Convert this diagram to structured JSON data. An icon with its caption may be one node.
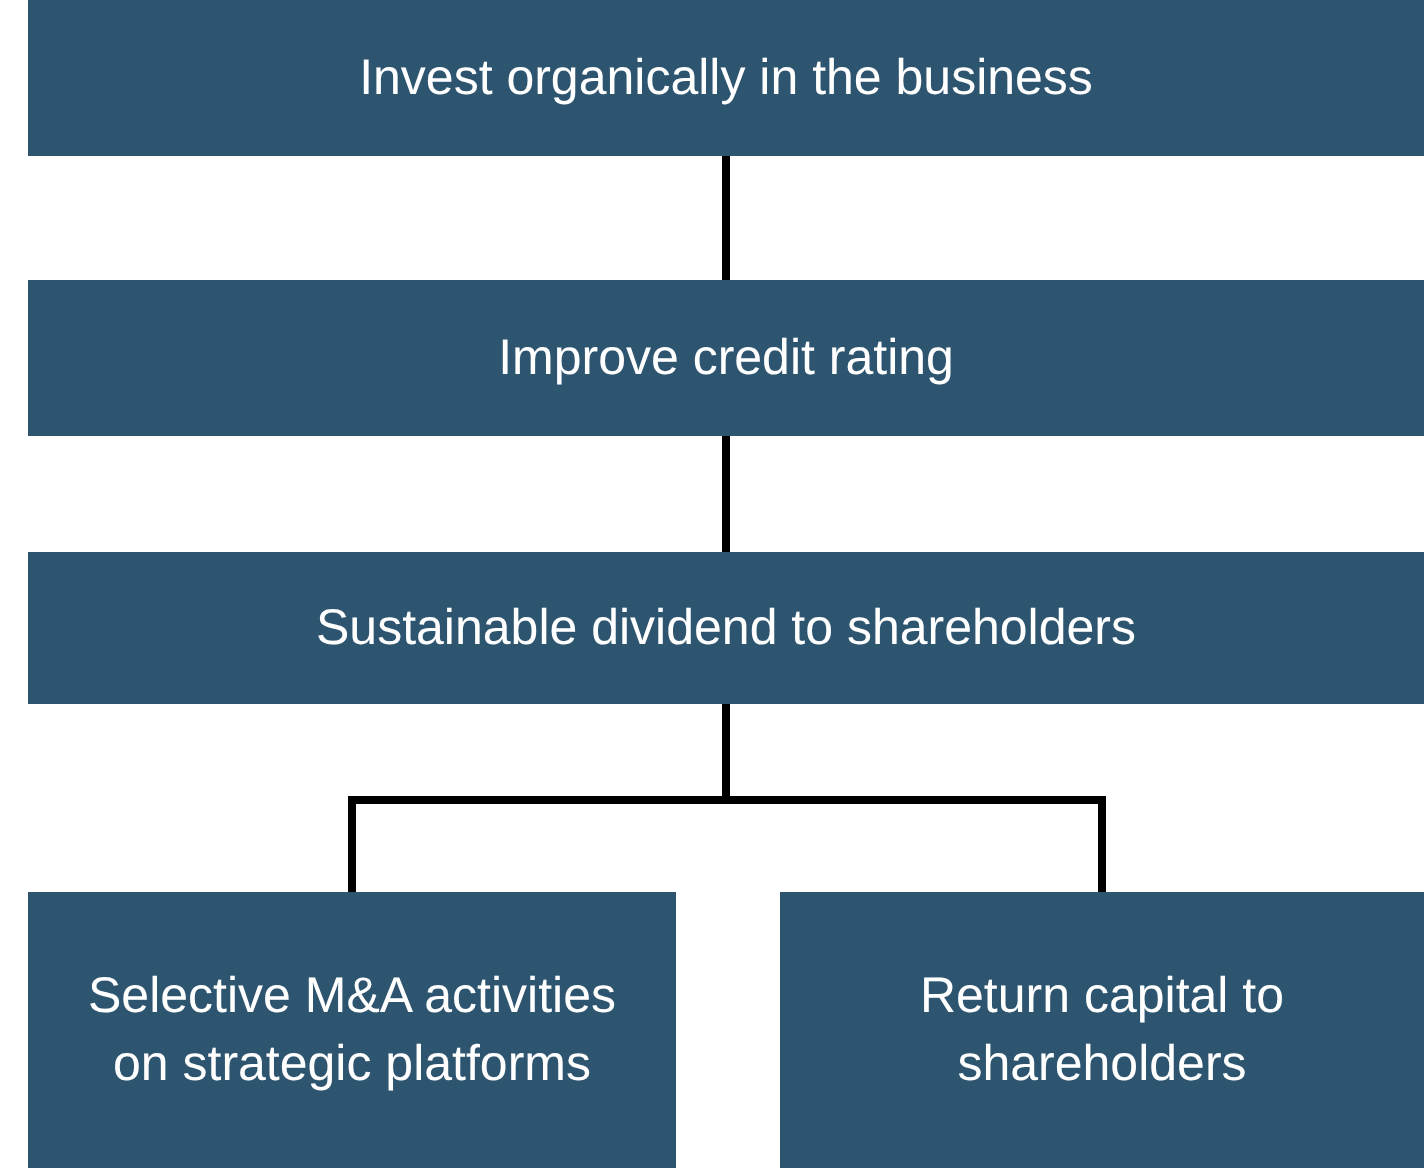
{
  "diagram": {
    "nodes": [
      {
        "text": [
          "Invest organically in the business"
        ]
      },
      {
        "text": [
          "Improve credit rating"
        ]
      },
      {
        "text": [
          "Sustainable dividend to shareholders"
        ]
      },
      {
        "text": [
          "Selective M&A activities on strategic platforms"
        ]
      },
      {
        "text": [
          "Return capital to shareholders"
        ]
      }
    ],
    "edges": [
      {
        "from": 0,
        "to": 1,
        "arrow": "none"
      },
      {
        "from": 1,
        "to": 2,
        "arrow": "none"
      },
      {
        "from": 2,
        "to": 3,
        "arrow": "none"
      },
      {
        "from": 2,
        "to": 4,
        "arrow": "none"
      }
    ]
  }
}
